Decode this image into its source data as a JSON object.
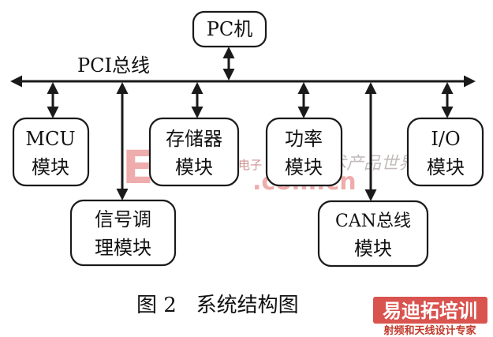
{
  "diagram": {
    "pc": "PC机",
    "bus_label": "PCI总线",
    "mcu": [
      "MCU",
      "模块"
    ],
    "signal": [
      "信号调",
      "理模块"
    ],
    "memory": [
      "存储器",
      "模块"
    ],
    "power": [
      "功率",
      "模块"
    ],
    "can": [
      "CAN总线",
      "模块"
    ],
    "io": [
      "I/O",
      "模块"
    ]
  },
  "caption": "图 2   系统结构图",
  "watermark": {
    "logo": "EEW",
    "site": ".com.cn",
    "prefix": "电子",
    "motto": "技术产品世界",
    "short": "产品"
  },
  "brand": {
    "name": "易迪拓培训",
    "subtitle": "射频和天线设计专家"
  }
}
